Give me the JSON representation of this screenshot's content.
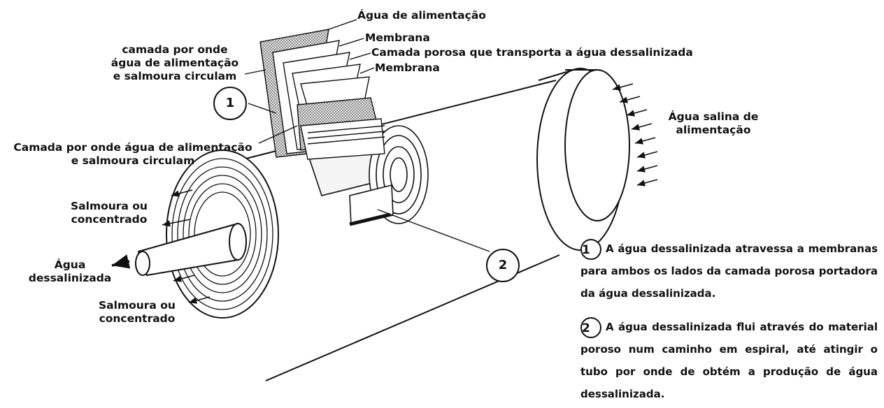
{
  "labels": {
    "feed_water": "Água de alimentação",
    "membrane_1": "Membrana",
    "porous_layer": "Camada porosa que transporta a água dessalinizada",
    "membrane_2": "Membrana",
    "feed_layer_top": [
      "camada por onde",
      "água de alimentação",
      "e salmoura circulam"
    ],
    "feed_layer_bottom": [
      "Camada por onde água de alimentação",
      "e salmoura circulam"
    ],
    "saline_feed": [
      "Água salina de",
      "alimentação"
    ],
    "brine_top": [
      "Salmoura ou",
      "concentrado"
    ],
    "desal_water": [
      "Água",
      "dessalinizada"
    ],
    "brine_bottom": [
      "Salmoura ou",
      "concentrado"
    ]
  },
  "callouts": {
    "one": "1",
    "two": "2"
  },
  "notes": [
    {
      "number": "1",
      "text": "A água dessalinizada atravessa a membranas para ambos os lados da camada porosa portadora da água dessalinizada."
    },
    {
      "number": "2",
      "text": "A água dessalinizada flui através do material poroso num caminho em espiral, até atingir o tubo por onde de obtém a produção de água dessalinizada."
    }
  ]
}
